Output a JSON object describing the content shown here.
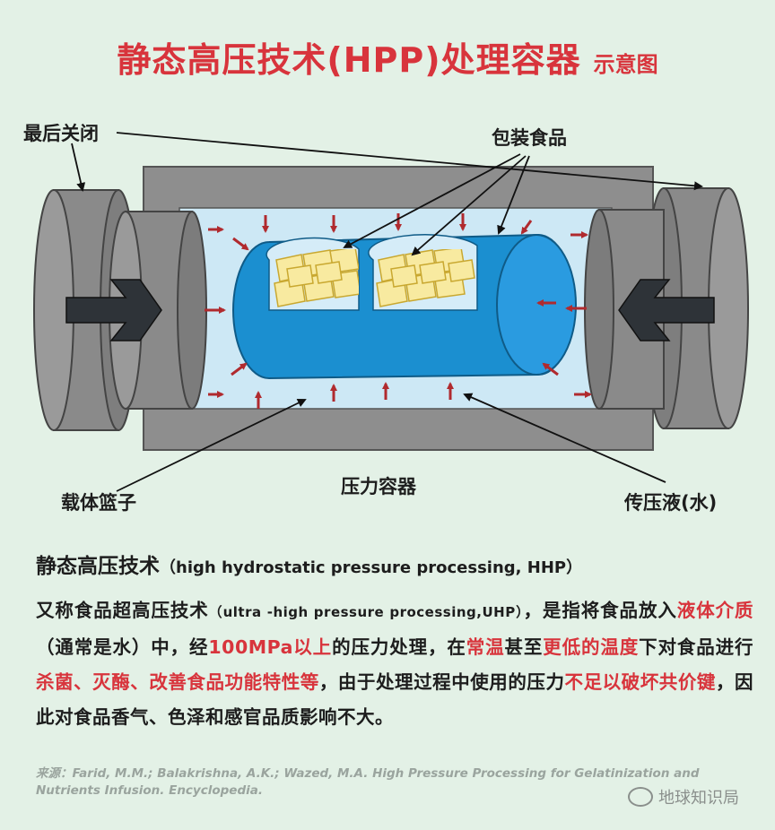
{
  "title": {
    "main": "静态高压技术(HPP)处理容器",
    "sub": "示意图"
  },
  "labels": {
    "last_close": "最后关闭",
    "packaged_food": "包装食品",
    "pressure_vessel": "压力容器",
    "carrier_basket": "载体篮子",
    "pressure_fluid": "传压液(水)"
  },
  "description": {
    "heading": "静态高压技术",
    "heading_en": "（high hydrostatic pressure processing, HHP）",
    "p_intro": "又称食品超高压技术",
    "p_intro_en": "（ultra -high pressure processing,UHP）",
    "p1": "，是指将食品放入",
    "h1": "液体介质",
    "p2": "（通常是水）中，经",
    "h2": "100MPa以上",
    "p3": "的压力处理，在",
    "h3": "常温",
    "p4": "甚至",
    "h4": "更低的温度",
    "p5": "下对食品进行",
    "h5": "杀菌、灭酶、改善食品功能特性等",
    "p6": "，由于处理过程中使用的压力",
    "h6": "不足以破坏共价键",
    "p7": "，因此对食品香气、色泽和感官品质影响不大。"
  },
  "source": "来源：Farid, M.M.; Balakrishna, A.K.; Wazed, M.A. High Pressure Processing for Gelatinization and Nutrients Infusion. Encyclopedia.",
  "watermark": "地球知识局",
  "colors": {
    "title": "#d8343c",
    "highlight": "#d8343c",
    "vessel": "#8e8e8e",
    "fluid": "#cde8f5",
    "basket": "#1b8fd0",
    "food": "#f8eaa0"
  }
}
